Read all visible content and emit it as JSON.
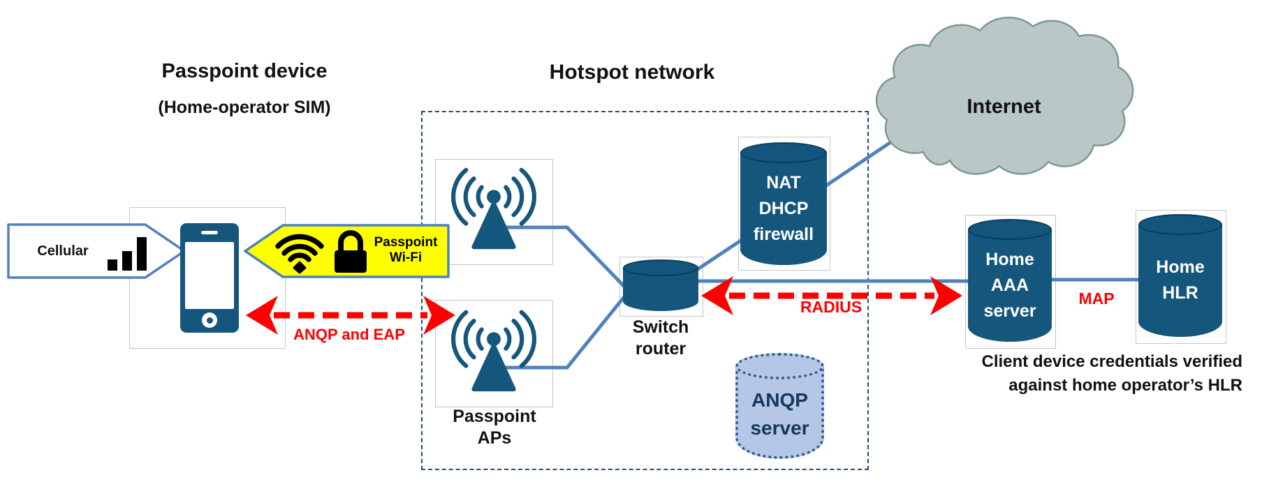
{
  "diagram": {
    "titles": {
      "device": "Passpoint device",
      "device_sub": "(Home-operator SIM)",
      "hotspot": "Hotspot network",
      "internet": "Internet"
    },
    "nodes": {
      "cellular": {
        "label": "Cellular"
      },
      "wifi_arrow": {
        "line1": "Passpoint",
        "line2": "Wi-Fi"
      },
      "aps": {
        "line1": "Passpoint",
        "line2": "APs"
      },
      "switch": {
        "line1": "Switch",
        "line2": "router"
      },
      "nat": {
        "line1": "NAT",
        "line2": "DHCP",
        "line3": "firewall"
      },
      "anqp": {
        "line1": "ANQP",
        "line2": "server"
      },
      "aaa": {
        "line1": "Home",
        "line2": "AAA",
        "line3": "server"
      },
      "hlr": {
        "line1": "Home",
        "line2": "HLR"
      }
    },
    "links": {
      "anqp_eap": "ANQP and EAP",
      "radius": "RADIUS",
      "map": "MAP"
    },
    "caption": {
      "line1": "Client device credentials verified",
      "line2": "against home operator’s HLR"
    },
    "colors": {
      "node_fill": "#15567d",
      "accent_border": "#4f81bd",
      "dashed_boundary": "#1f497d",
      "highlight_yellow": "#ffff00",
      "signal_red": "#ff0000",
      "anqp_fill": "#b4c7e7",
      "cloud_fill": "#b9c7c7"
    }
  }
}
